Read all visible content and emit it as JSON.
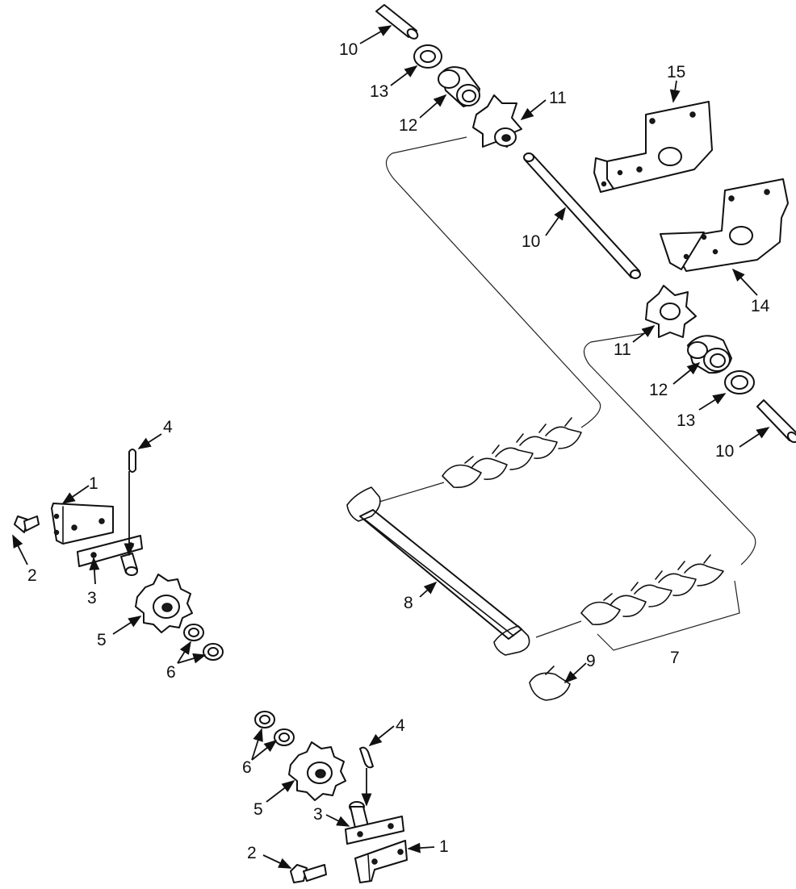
{
  "callouts": [
    {
      "id": "c10a",
      "text": "10"
    },
    {
      "id": "c13a",
      "text": "13"
    },
    {
      "id": "c12a",
      "text": "12"
    },
    {
      "id": "c11a",
      "text": "11"
    },
    {
      "id": "c15",
      "text": "15"
    },
    {
      "id": "c10b",
      "text": "10"
    },
    {
      "id": "c14",
      "text": "14"
    },
    {
      "id": "c11b",
      "text": "11"
    },
    {
      "id": "c12b",
      "text": "12"
    },
    {
      "id": "c13b",
      "text": "13"
    },
    {
      "id": "c10c",
      "text": "10"
    },
    {
      "id": "c4a",
      "text": "4"
    },
    {
      "id": "c1a",
      "text": "1"
    },
    {
      "id": "c2a",
      "text": "2"
    },
    {
      "id": "c3a",
      "text": "3"
    },
    {
      "id": "c5a",
      "text": "5"
    },
    {
      "id": "c6a",
      "text": "6"
    },
    {
      "id": "c8",
      "text": "8"
    },
    {
      "id": "c9",
      "text": "9"
    },
    {
      "id": "c7",
      "text": "7"
    },
    {
      "id": "c4b",
      "text": "4"
    },
    {
      "id": "c6b",
      "text": "6"
    },
    {
      "id": "c5b",
      "text": "5"
    },
    {
      "id": "c3b",
      "text": "3"
    },
    {
      "id": "c1b",
      "text": "1"
    },
    {
      "id": "c2b",
      "text": "2"
    }
  ]
}
